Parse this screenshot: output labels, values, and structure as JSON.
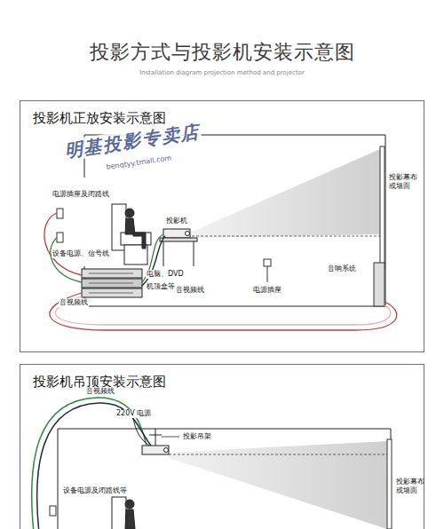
{
  "diagram": {
    "title": "投影方式与投影机安装示意图",
    "nodes": [
      {
        "text": [
          "投影机正放安装示意图"
        ]
      },
      {
        "text": [
          "投影机吊顶安装示意图"
        ]
      }
    ],
    "labels": [
      "Installation diagram projection method and projector",
      "明基投影专卖店",
      "benqtyy.tmall.com",
      "电源插座及闭路线",
      "设备电源、信号线",
      "投影机",
      "电脑、DVD",
      "机顶盒等",
      "音视频线",
      "电源插座",
      "音视频线",
      "音响系统",
      "投影幕布或墙面",
      "音视频线",
      "220V 电源",
      "投影吊架",
      "设备电源及闭路线等",
      "投影幕布或墙面"
    ]
  }
}
